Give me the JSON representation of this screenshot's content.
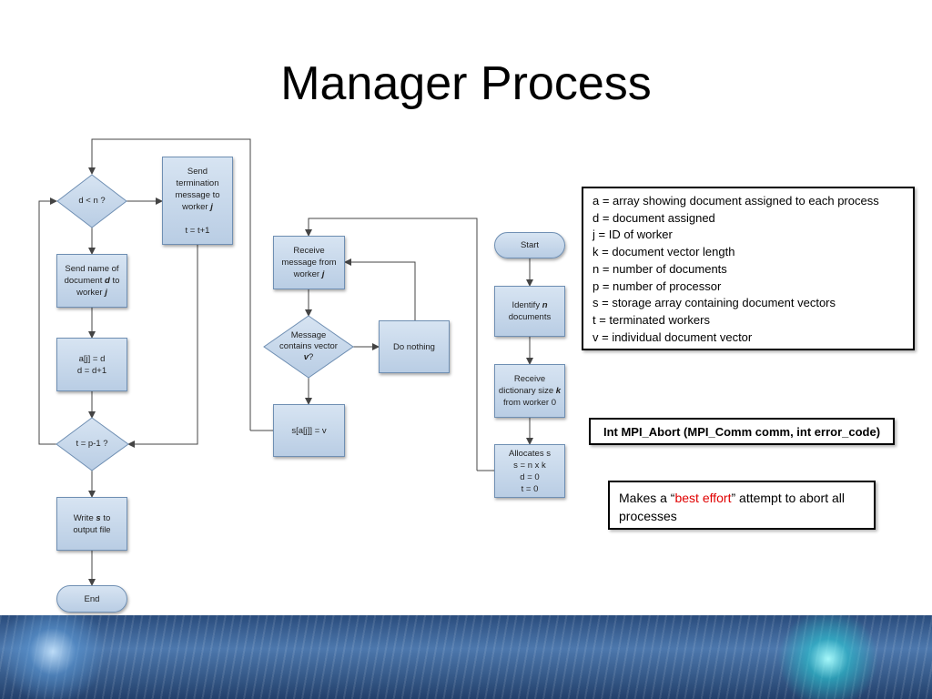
{
  "slide": {
    "title": "Manager Process"
  },
  "flow_left": {
    "cond_d_lt_n": "d < n ?",
    "send_doc": [
      "Send name of",
      "document",
      "d",
      "to",
      "worker",
      "j"
    ],
    "assign": [
      "a[j] = d",
      "d = d+1"
    ],
    "cond_t": "t = p-1 ?",
    "write": [
      "Write",
      "s",
      "to",
      "output file"
    ],
    "end": "End",
    "send_term": [
      "Send",
      "termination",
      "message to",
      "worker",
      "j",
      "t = t+1"
    ]
  },
  "flow_mid": {
    "receive": [
      "Receive",
      "message from",
      "worker",
      "j"
    ],
    "cond_msg": [
      "Message",
      "contains vector",
      "v",
      "?"
    ],
    "do_nothing": "Do nothing",
    "store": "s[a[j]] = v"
  },
  "flow_right": {
    "start": "Start",
    "identify": [
      "Identify",
      "n",
      "documents"
    ],
    "receive_dict": [
      "Receive",
      "dictionary size",
      "k",
      "from worker 0"
    ],
    "allocate": [
      "Allocates s",
      "s = n x k",
      "d = 0",
      "t = 0"
    ]
  },
  "legend": [
    "a = array showing document assigned to each process",
    "d = document assigned",
    "j = ID of worker",
    "k = document vector length",
    "n = number of documents",
    "p = number of processor",
    "s = storage array containing document vectors",
    "t = terminated workers",
    "v = individual document vector"
  ],
  "signature": "Int MPI_Abort (MPI_Comm comm, int error_code)",
  "note": {
    "before": "Makes a “",
    "highlight": "best effort",
    "after": "” attempt to abort all processes",
    "highlight_color": "#e00000"
  }
}
